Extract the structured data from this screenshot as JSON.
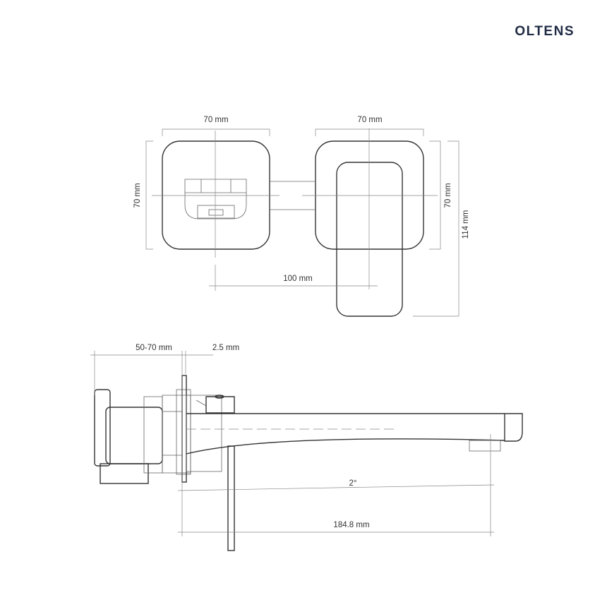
{
  "brand": {
    "logo_text": "OLTENS",
    "color": "#1f2a44"
  },
  "front_view": {
    "left_plate_width": "70 mm",
    "right_plate_width": "70 mm",
    "left_plate_height": "70 mm",
    "right_plate_height": "70 mm",
    "total_height": "114 mm",
    "center_distance": "100 mm"
  },
  "side_view": {
    "wall_depth": "50-70 mm",
    "plate_thickness": "2.5 mm",
    "spout_angle": "2°",
    "spout_length": "184.8 mm"
  }
}
